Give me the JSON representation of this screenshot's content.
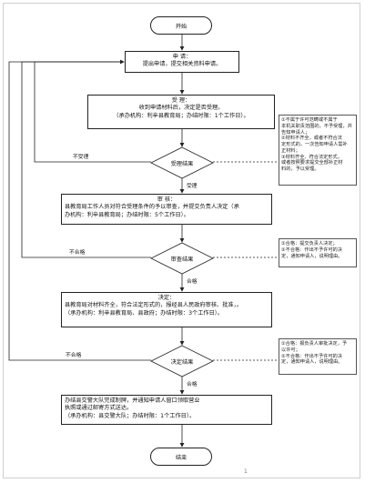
{
  "start": "开始",
  "end": "结束",
  "apply": {
    "title": "申 请：",
    "line1": "提出申请，提交相关资料申请。"
  },
  "accept": {
    "title": "受 理：",
    "line1": "收到申请材料后，决定是否受理。",
    "line2": "（承办机构：利辛县教育局；办结时限：1个工作日）。"
  },
  "d1": {
    "label": "受理结果"
  },
  "review": {
    "title": "审 核：",
    "line1": "县教育局工作人员对符合受理条件的予以审查，并提交负责人决定（承",
    "line2": "办机构：利辛县教育局；办结时限：5个工作日）。"
  },
  "d2": {
    "label": "审查结果"
  },
  "decide": {
    "title": "决定：",
    "line1": "县教育局对材料齐全，符合法定形式的，报经县人民政府审核、批准，。",
    "line2": "（承办机构：利辛县教育局、县政府；办结时限：3个工作日）。"
  },
  "d3": {
    "label": "决定结果"
  },
  "finish": {
    "line1": "办结县交警大队完成制牌，并通知申请人窗口领取营业",
    "line2": "执照或通过邮寄方式送达。",
    "line3": "（承办机构：县交警大队；办结时限：1个工作日）。"
  },
  "edges": {
    "not_accepted": "不受理",
    "accepted": "受理",
    "fail1": "不合格",
    "pass1": "合格",
    "fail2": "不合格",
    "pass2": "合格"
  },
  "notes": {
    "n1": [
      "①不属于许可范畴或不属于",
      "本机关职责范围的，不予受理，并",
      "告知申请人；",
      "②材料不齐全，或者不符合法",
      "定形式的，一次告知申请人需补",
      "正材料；",
      "③材料齐全、符合法定形式，",
      "或者按照要求提交全部补正材",
      "料的，予以受理。"
    ],
    "n2": [
      "①合格：提交负责人决定；",
      "②不合格：作出不予许可的决",
      "定，通知申请人，说明理由。"
    ],
    "n3": [
      "①合格：报负责人审批决定，予",
      "以许可；",
      "②不合格：作出不予许可的决",
      "定，通知申请人，说明理由。"
    ]
  },
  "footer": "1"
}
